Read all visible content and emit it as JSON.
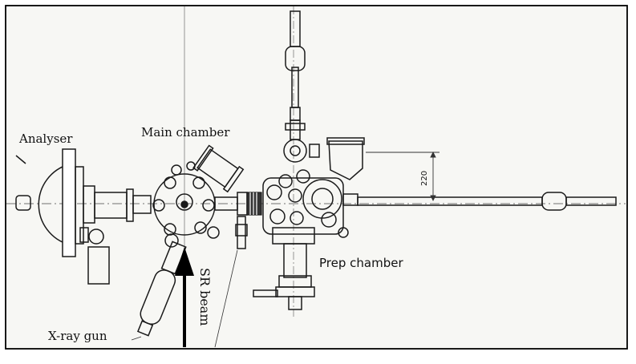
{
  "labels": {
    "analyser": "Analyser",
    "main_chamber": "Main chamber",
    "prep_chamber": "Prep chamber",
    "xray_gun": "X-ray gun",
    "sr_beam": "SR beam",
    "dimension": "220"
  },
  "colors": {
    "line": "#1a1a1a",
    "paper": "#f7f7f4",
    "frame": "#000000",
    "beam_arrow": "#000000"
  }
}
